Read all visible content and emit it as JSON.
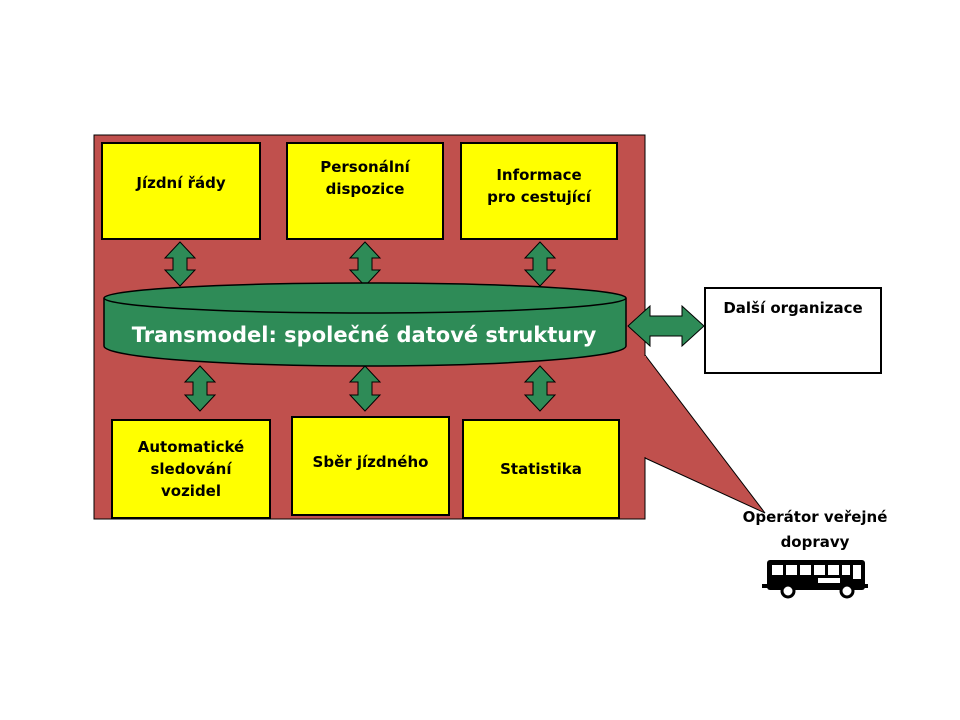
{
  "diagram": {
    "top_boxes": [
      "Jízdní řády",
      "Personální\ndispozice",
      "Informace\npro cestující"
    ],
    "hub_label": "Transmodel: společné datové struktury",
    "bottom_boxes": [
      "Automatické\nsledování\nvozidel",
      "Sběr  jízdného",
      "Statistika"
    ],
    "external_box": "Další organizace",
    "operator_label": "Operátor veřejné\ndopravy",
    "colors": {
      "frame": "#c0504d",
      "box": "#ffff00",
      "hub": "#2e8b57",
      "arrow": "#2e8b57"
    },
    "icons": [
      "bus-icon"
    ]
  }
}
